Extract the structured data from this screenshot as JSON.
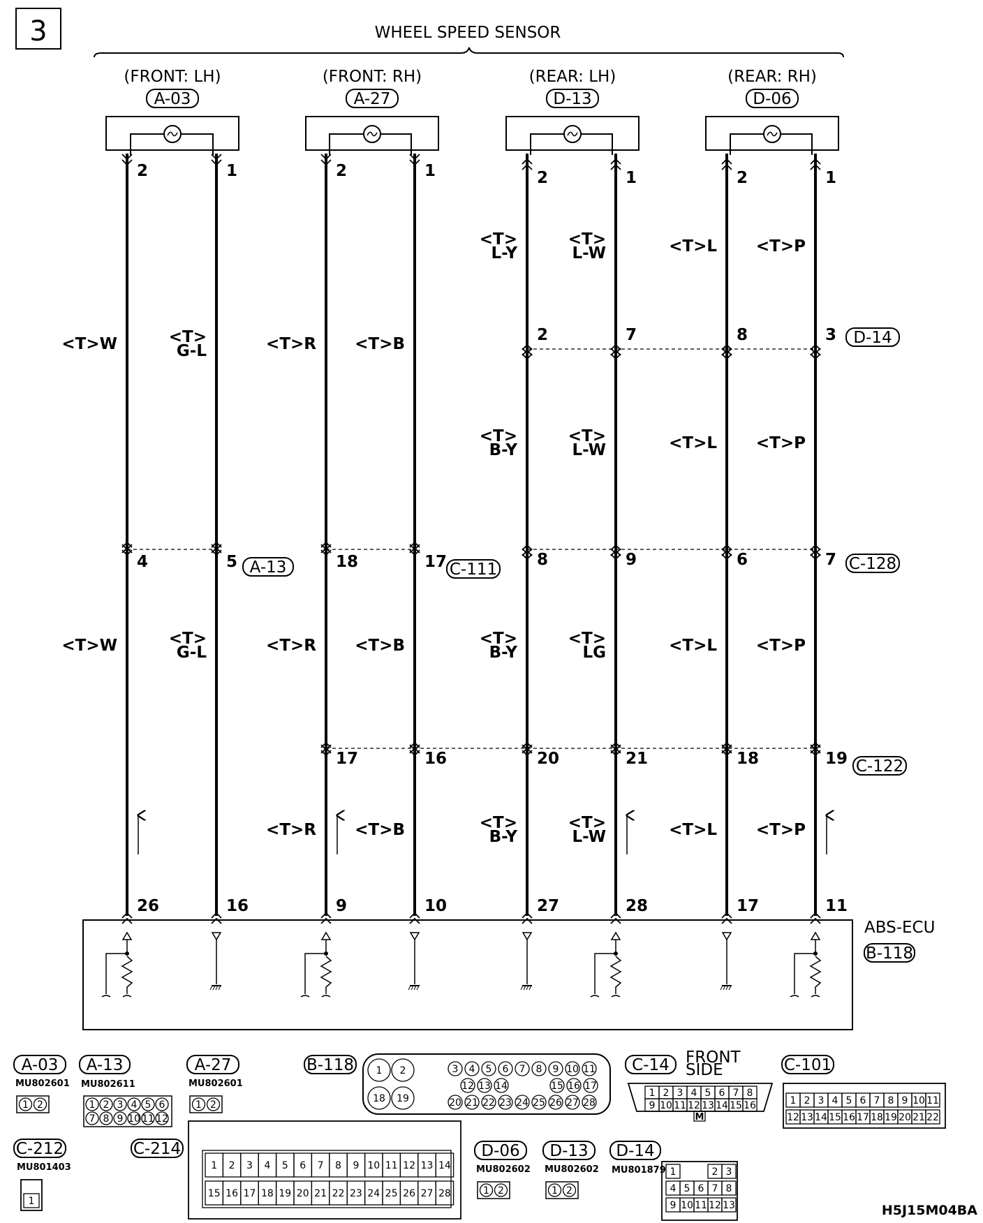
{
  "page_number": "3",
  "title": "WHEEL SPEED SENSOR",
  "sensors": [
    {
      "position": "(FRONT: LH)",
      "connector": "A-03"
    },
    {
      "position": "(FRONT: RH)",
      "connector": "A-27"
    },
    {
      "position": "(REAR: LH)",
      "connector": "D-13"
    },
    {
      "position": "(REAR: RH)",
      "connector": "D-06"
    }
  ],
  "wires": [
    {
      "top_pin": "2",
      "ecu_pin": "26",
      "j1": "4",
      "j3": "",
      "j4": "",
      "seg1": "<T>W",
      "seg2": "",
      "seg3": "<T>W",
      "seg4": ""
    },
    {
      "top_pin": "1",
      "ecu_pin": "16",
      "j1": "5",
      "j3": "",
      "j4": "",
      "seg1": "<T>\nG-L",
      "seg2": "",
      "seg3": "<T>\nG-L",
      "seg4": ""
    },
    {
      "top_pin": "2",
      "ecu_pin": "9",
      "j1": "18",
      "j3": "17",
      "j4": "",
      "seg1": "<T>R",
      "seg2": "",
      "seg3": "<T>R",
      "seg4": "<T>R"
    },
    {
      "top_pin": "1",
      "ecu_pin": "10",
      "j1": "17",
      "j3": "16",
      "j4": "",
      "seg1": "<T>B",
      "seg2": "",
      "seg3": "<T>B",
      "seg4": "<T>B"
    },
    {
      "top_pin": "2",
      "ecu_pin": "27",
      "j1": "2",
      "j2": "8",
      "j3": "20",
      "seg1": "<T>\nL-Y",
      "seg2": "<T>\nB-Y",
      "seg3": "<T>\nB-Y",
      "seg4": "<T>\nB-Y"
    },
    {
      "top_pin": "1",
      "ecu_pin": "28",
      "j1": "7",
      "j2": "9",
      "j3": "21",
      "seg1": "<T>\nL-W",
      "seg2": "<T>\nL-W",
      "seg3": "<T>\nLG",
      "seg4": "<T>\nL-W"
    },
    {
      "top_pin": "2",
      "ecu_pin": "17",
      "j1": "8",
      "j2": "6",
      "j3": "18",
      "seg1": "<T>L",
      "seg2": "<T>L",
      "seg3": "<T>L",
      "seg4": "<T>L"
    },
    {
      "top_pin": "1",
      "ecu_pin": "11",
      "j1": "3",
      "j2": "7",
      "j3": "19",
      "seg1": "<T>P",
      "seg2": "<T>P",
      "seg3": "<T>P",
      "seg4": "<T>P"
    }
  ],
  "junctions": {
    "d14": "D-14",
    "a13": "A-13",
    "c111": "C-111",
    "c128": "C-128",
    "c122": "C-122"
  },
  "ecu": {
    "name": "ABS-ECU",
    "connector": "B-118"
  },
  "legend": {
    "a03": {
      "label": "A-03",
      "part": "MU802601",
      "cells": [
        "1",
        "2"
      ]
    },
    "a13": {
      "label": "A-13",
      "part": "MU802611",
      "cells": [
        "1",
        "2",
        "3",
        "4",
        "5",
        "6",
        "7",
        "8",
        "9",
        "10",
        "11",
        "12"
      ]
    },
    "a27": {
      "label": "A-27",
      "part": "MU802601",
      "cells": [
        "1",
        "2"
      ]
    },
    "b118": {
      "label": "B-118",
      "cells_big": [
        "1",
        "2",
        "18",
        "19"
      ],
      "cells": [
        "3",
        "4",
        "5",
        "6",
        "7",
        "8",
        "9",
        "10",
        "11",
        "12",
        "13",
        "14",
        "15",
        "16",
        "17",
        "20",
        "21",
        "22",
        "23",
        "24",
        "25",
        "26",
        "27",
        "28"
      ]
    },
    "c14": {
      "label": "C-14",
      "note1": "FRONT",
      "note2": "SIDE",
      "cells": [
        "1",
        "2",
        "3",
        "4",
        "5",
        "6",
        "7",
        "8",
        "9",
        "10",
        "11",
        "12",
        "13",
        "14",
        "15",
        "16"
      ],
      "mark": "M"
    },
    "c101": {
      "label": "C-101",
      "cells": [
        "1",
        "2",
        "3",
        "4",
        "5",
        "6",
        "7",
        "8",
        "9",
        "10",
        "11",
        "12",
        "13",
        "14",
        "15",
        "16",
        "17",
        "18",
        "19",
        "20",
        "21",
        "22"
      ]
    },
    "c212": {
      "label": "C-212",
      "part": "MU801403",
      "cells": [
        "1"
      ]
    },
    "c214": {
      "label": "C-214",
      "cells": [
        "1",
        "2",
        "3",
        "4",
        "5",
        "6",
        "7",
        "8",
        "9",
        "10",
        "11",
        "12",
        "13",
        "14",
        "15",
        "16",
        "17",
        "18",
        "19",
        "20",
        "21",
        "22",
        "23",
        "24",
        "25",
        "26",
        "27",
        "28"
      ]
    },
    "d06": {
      "label": "D-06",
      "part": "MU802602",
      "cells": [
        "1",
        "2"
      ]
    },
    "d13": {
      "label": "D-13",
      "part": "MU802602",
      "cells": [
        "1",
        "2"
      ]
    },
    "d14": {
      "label": "D-14",
      "part": "MU801879",
      "cells": [
        "1",
        "2",
        "3",
        "4",
        "5",
        "6",
        "7",
        "8",
        "9",
        "10",
        "11",
        "12",
        "13"
      ]
    }
  },
  "figure_code": "H5J15M04BA"
}
